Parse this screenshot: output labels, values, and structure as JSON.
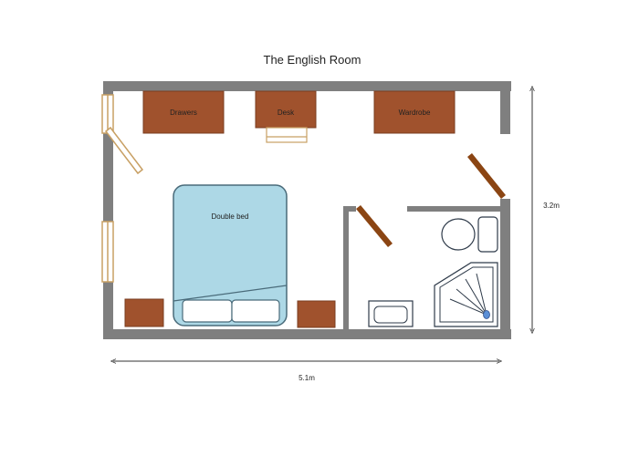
{
  "title": "The English Room",
  "furniture": {
    "drawers": "Drawers",
    "desk": "Desk",
    "wardrobe": "Wardrobe",
    "bed": "Double bed"
  },
  "dimensions": {
    "width": "5.1m",
    "height": "3.2m"
  },
  "colors": {
    "wall": "#7f7f7f",
    "furniture": "#a0522d",
    "bed": "#add8e6",
    "door": "#8b4513",
    "window_frame": "#c8a064"
  }
}
